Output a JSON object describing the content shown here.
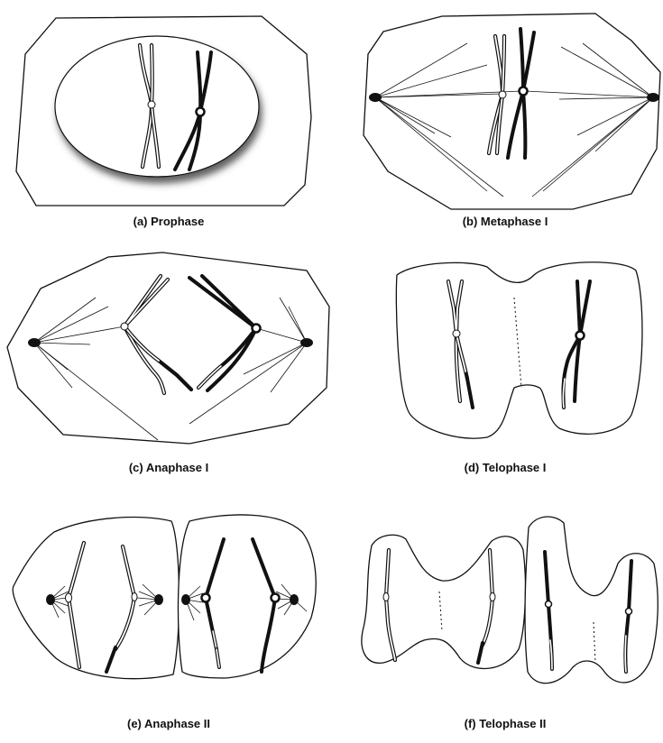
{
  "colors": {
    "background": "#ffffff",
    "outline": "#111111",
    "chromosome_dark": "#111111",
    "chromosome_light": "#ffffff",
    "nucleus_shadow": "#555555"
  },
  "panels": [
    {
      "id": "a",
      "caption": "(a) Prophase"
    },
    {
      "id": "b",
      "caption": "(b) Metaphase I"
    },
    {
      "id": "c",
      "caption": "(c) Anaphase I"
    },
    {
      "id": "d",
      "caption": "(d) Telophase I"
    },
    {
      "id": "e",
      "caption": "(e) Anaphase II"
    },
    {
      "id": "f",
      "caption": "(f) Telophase II"
    }
  ]
}
